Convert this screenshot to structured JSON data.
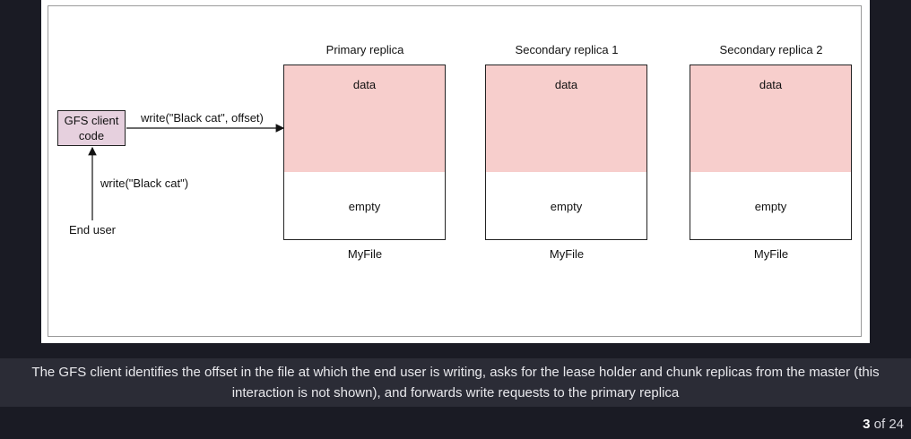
{
  "diagram": {
    "client_box": {
      "line1": "GFS client",
      "line2": "code"
    },
    "write_call": "write(\"Black cat\", offset)",
    "user_write": "write(\"Black cat\")",
    "end_user": "End user",
    "replicas": [
      {
        "title": "Primary replica",
        "data": "data",
        "empty": "empty",
        "file": "MyFile"
      },
      {
        "title": "Secondary replica  1",
        "data": "data",
        "empty": "empty",
        "file": "MyFile"
      },
      {
        "title": "Secondary replica  2",
        "data": "data",
        "empty": "empty",
        "file": "MyFile"
      }
    ],
    "colors": {
      "data_fill": "#f7cecc",
      "client_fill": "#e6d0de"
    }
  },
  "caption": "The GFS client identifies the offset in the file at which the end user is writing, asks for the lease holder and chunk replicas from the master (this interaction is not shown), and forwards write requests to the primary replica",
  "pager": {
    "current": "3",
    "separator": "of",
    "total": "24"
  }
}
